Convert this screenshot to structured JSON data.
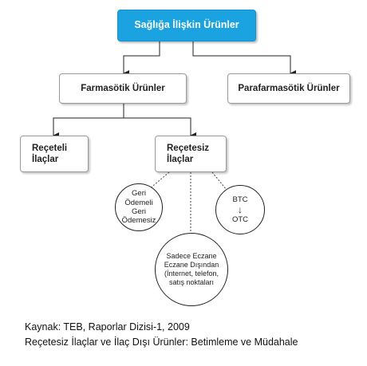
{
  "root": {
    "label": "Sağlığa İlişkin Ürünler"
  },
  "level1": [
    {
      "label": "Farmasötik Ürünler"
    },
    {
      "label": "Parafarmasötik Ürünler"
    }
  ],
  "level2": [
    {
      "line1": "Reçeteli",
      "line2": "İlaçlar"
    },
    {
      "line1": "Reçetesiz",
      "line2": "İlaçlar"
    }
  ],
  "circles": {
    "reimbursement": {
      "lines": [
        "Geri",
        "Ödemeli",
        "Geri",
        "Ödemesiz"
      ]
    },
    "channel": {
      "lines": [
        "Sadece Eczane",
        "Eczane Dışından",
        "(İnternet, telefon,",
        "satış noktaları"
      ]
    },
    "switch": {
      "top": "BTC",
      "bottom": "OTC"
    }
  },
  "captions": {
    "source": "Kaynak: TEB, Raporlar Dizisi-1, 2009",
    "subtitle": "Reçetesiz İlaçlar ve İlaç Dışı Ürünler: Betimleme ve Müdahale"
  },
  "colors": {
    "root_fill": "#1aa3e0",
    "connector": "#222222",
    "box_border": "#9a9a9a"
  }
}
